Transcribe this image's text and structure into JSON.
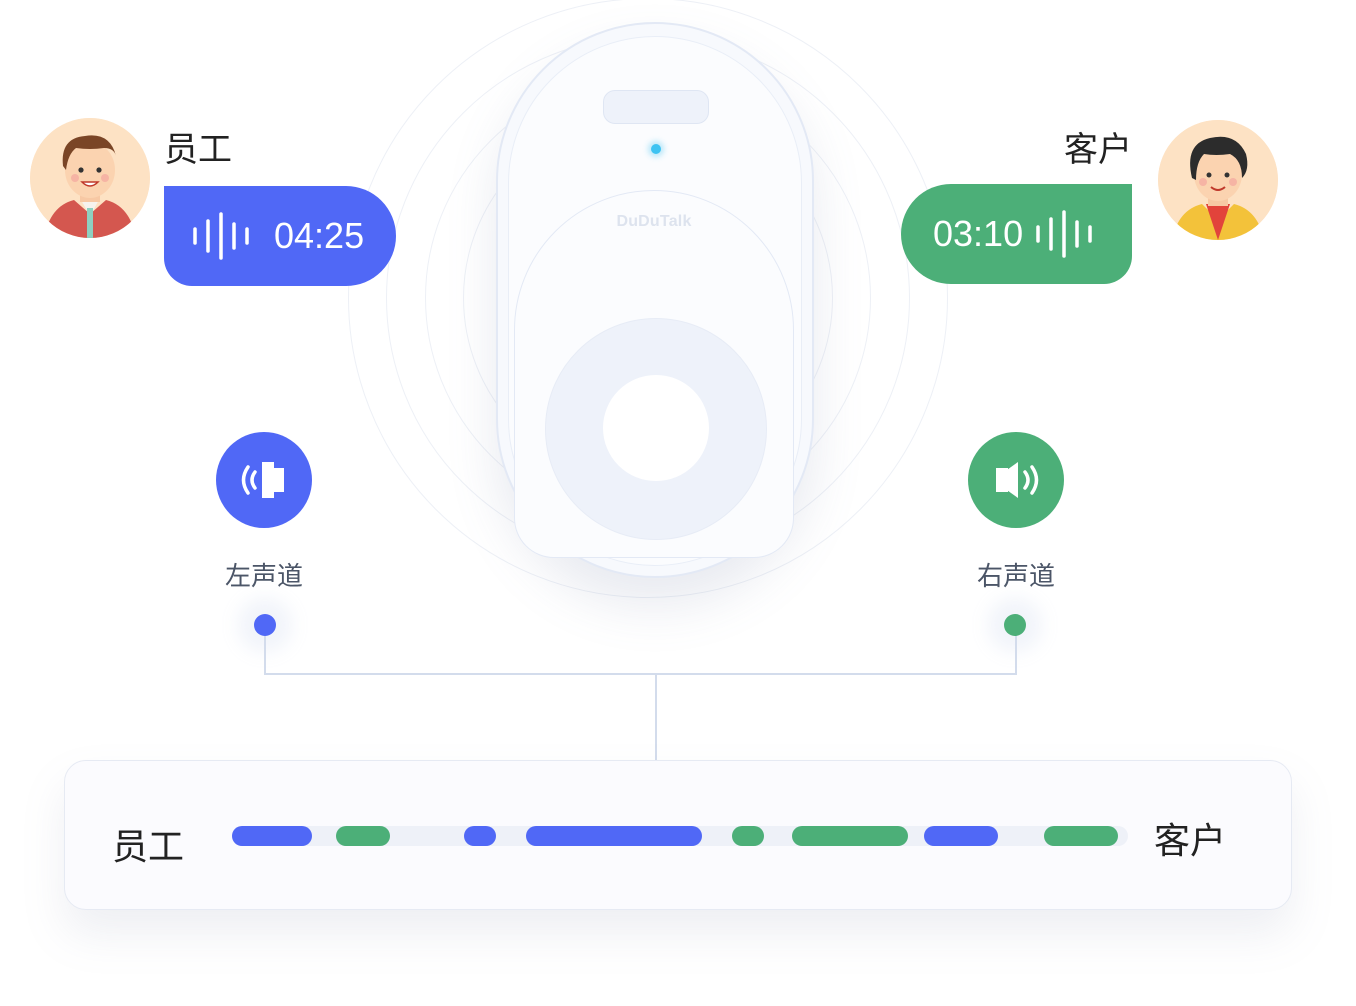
{
  "device": {
    "brand": "DuDuTalk"
  },
  "employee": {
    "label": "员工",
    "duration": "04:25",
    "channel_label": "左声道",
    "color": "#5068f6"
  },
  "customer": {
    "label": "客户",
    "duration": "03:10",
    "channel_label": "右声道",
    "color": "#4caf78"
  },
  "timeline": {
    "left_label": "员工",
    "right_label": "客户",
    "segments": [
      {
        "speaker": "employee"
      },
      {
        "speaker": "customer"
      },
      {
        "speaker": "employee"
      },
      {
        "speaker": "employee"
      },
      {
        "speaker": "customer"
      },
      {
        "speaker": "customer"
      },
      {
        "speaker": "employee"
      },
      {
        "speaker": "customer"
      }
    ]
  }
}
